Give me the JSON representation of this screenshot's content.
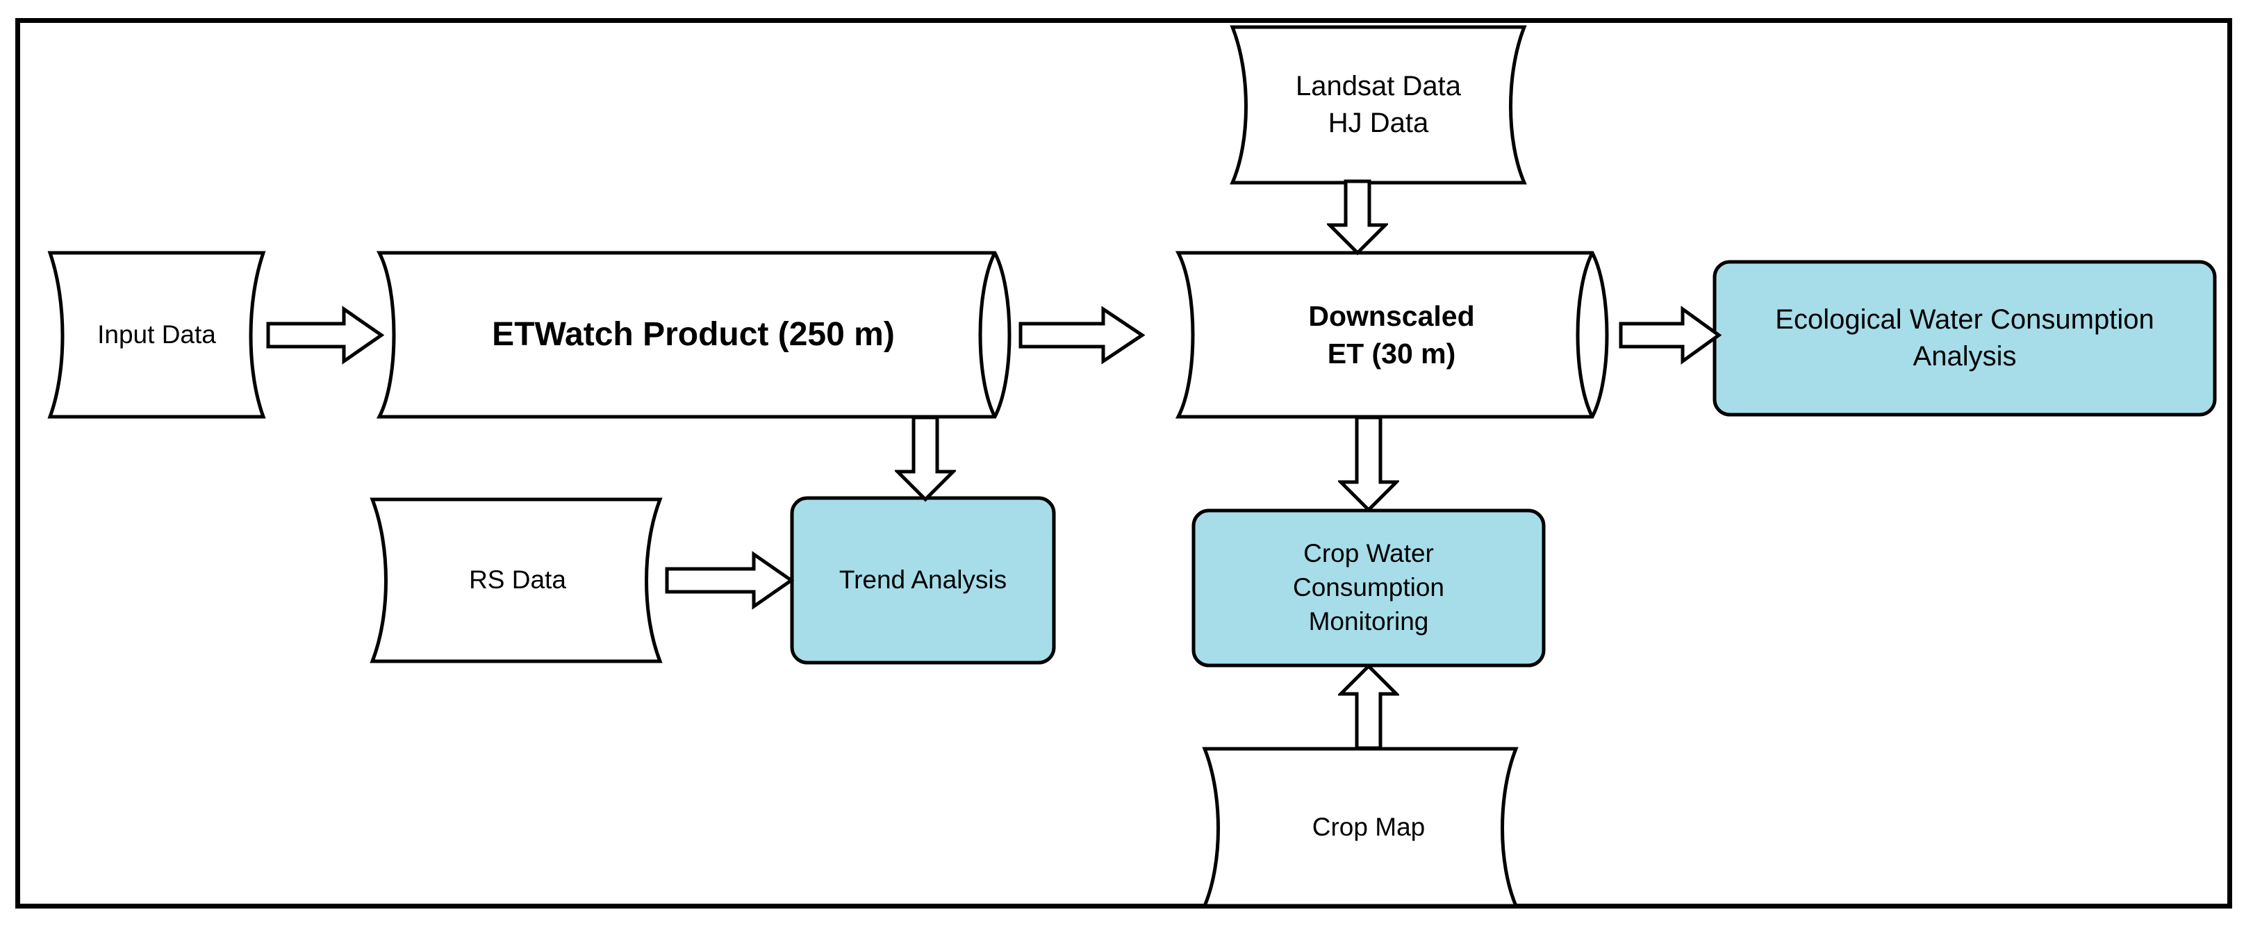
{
  "diagram": {
    "title": "ETWatch downscaling and application workflow",
    "colors": {
      "node_fill_blue": "#A6DDE9",
      "node_fill_white": "#FFFFFF",
      "stroke": "#000000",
      "frame": "#000000"
    },
    "nodes": [
      {
        "id": "input-data",
        "label": "Input Data",
        "shape": "punched-tape",
        "fill": "#FFFFFF"
      },
      {
        "id": "etwatch-product",
        "label": "ETWatch Product (250 m)",
        "shape": "cylinder",
        "fill": "#FFFFFF"
      },
      {
        "id": "landsat-hj-data",
        "label": "Landsat Data\nHJ Data",
        "shape": "punched-tape",
        "fill": "#FFFFFF"
      },
      {
        "id": "downscaled-et",
        "label": "Downscaled\nET (30 m)",
        "shape": "cylinder",
        "fill": "#FFFFFF"
      },
      {
        "id": "eco-water-analysis",
        "label": "Ecological Water Consumption\nAnalysis",
        "shape": "rounded-rect",
        "fill": "#A6DDE9"
      },
      {
        "id": "rs-data",
        "label": "RS Data",
        "shape": "punched-tape",
        "fill": "#FFFFFF"
      },
      {
        "id": "trend-analysis",
        "label": "Trend Analysis",
        "shape": "rounded-rect",
        "fill": "#A6DDE9"
      },
      {
        "id": "crop-water-monitoring",
        "label": "Crop Water\nConsumption\nMonitoring",
        "shape": "rounded-rect",
        "fill": "#A6DDE9"
      },
      {
        "id": "crop-map",
        "label": "Crop Map",
        "shape": "punched-tape-alt",
        "fill": "#FFFFFF"
      }
    ],
    "edges": [
      {
        "id": "e1",
        "from": "input-data",
        "to": "etwatch-product",
        "direction": "right"
      },
      {
        "id": "e2",
        "from": "etwatch-product",
        "to": "downscaled-et",
        "direction": "right"
      },
      {
        "id": "e3",
        "from": "landsat-hj-data",
        "to": "downscaled-et",
        "direction": "down"
      },
      {
        "id": "e4",
        "from": "downscaled-et",
        "to": "eco-water-analysis",
        "direction": "right"
      },
      {
        "id": "e5",
        "from": "etwatch-product",
        "to": "trend-analysis",
        "direction": "down"
      },
      {
        "id": "e6",
        "from": "rs-data",
        "to": "trend-analysis",
        "direction": "right"
      },
      {
        "id": "e7",
        "from": "downscaled-et",
        "to": "crop-water-monitoring",
        "direction": "down"
      },
      {
        "id": "e8",
        "from": "crop-map",
        "to": "crop-water-monitoring",
        "direction": "up"
      }
    ]
  }
}
